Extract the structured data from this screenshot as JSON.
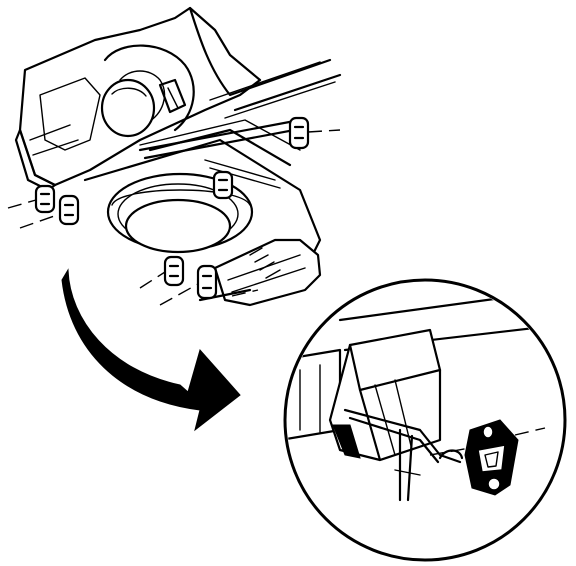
{
  "figure": {
    "colors": {
      "ink": "#000000",
      "paper": "#ffffff"
    },
    "icons": {
      "pointer": "curved-arrow-icon"
    },
    "parts": [
      "rear-underbody",
      "spare-tire-well",
      "exhaust-hangers",
      "detail-view"
    ]
  }
}
